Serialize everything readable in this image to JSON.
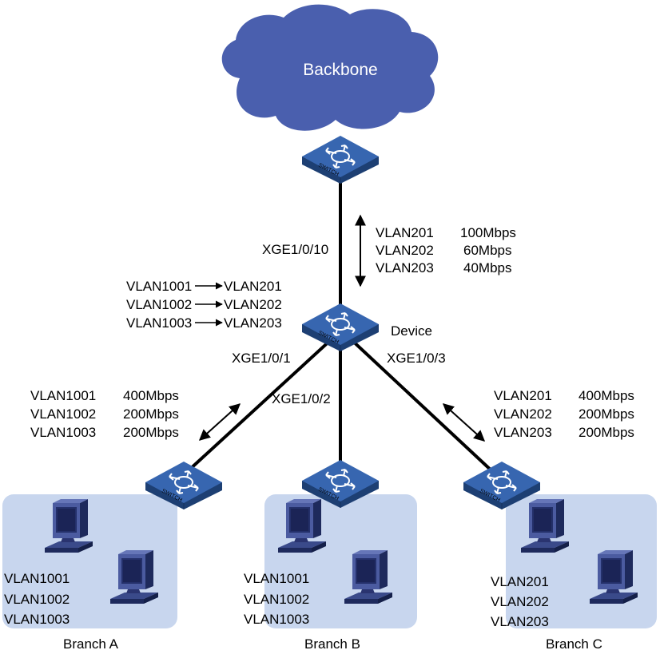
{
  "backbone": {
    "label": "Backbone"
  },
  "switch_label": "SWITCH",
  "device": {
    "label": "Device"
  },
  "uplink": {
    "port": "XGE1/0/10",
    "rows": [
      {
        "vlan": "VLAN201",
        "rate": "100Mbps"
      },
      {
        "vlan": "VLAN202",
        "rate": "60Mbps"
      },
      {
        "vlan": "VLAN203",
        "rate": "40Mbps"
      }
    ]
  },
  "mapping": [
    {
      "from": "VLAN1001",
      "to": "VLAN201"
    },
    {
      "from": "VLAN1002",
      "to": "VLAN202"
    },
    {
      "from": "VLAN1003",
      "to": "VLAN203"
    }
  ],
  "ports": {
    "a": "XGE1/0/1",
    "b": "XGE1/0/2",
    "c": "XGE1/0/3"
  },
  "link_a": {
    "rows": [
      {
        "vlan": "VLAN1001",
        "rate": "400Mbps"
      },
      {
        "vlan": "VLAN1002",
        "rate": "200Mbps"
      },
      {
        "vlan": "VLAN1003",
        "rate": "200Mbps"
      }
    ]
  },
  "link_c": {
    "rows": [
      {
        "vlan": "VLAN201",
        "rate": "400Mbps"
      },
      {
        "vlan": "VLAN202",
        "rate": "200Mbps"
      },
      {
        "vlan": "VLAN203",
        "rate": "200Mbps"
      }
    ]
  },
  "branches": [
    {
      "name": "Branch A",
      "vlans": [
        "VLAN1001",
        "VLAN1002",
        "VLAN1003"
      ]
    },
    {
      "name": "Branch B",
      "vlans": [
        "VLAN1001",
        "VLAN1002",
        "VLAN1003"
      ]
    },
    {
      "name": "Branch C",
      "vlans": [
        "VLAN201",
        "VLAN202",
        "VLAN203"
      ]
    }
  ],
  "colors": {
    "cloud": "#4a5fae",
    "switch_top": "#2f63ad",
    "branch_area": "#c8d6ee",
    "pc": "#2a3a78"
  }
}
